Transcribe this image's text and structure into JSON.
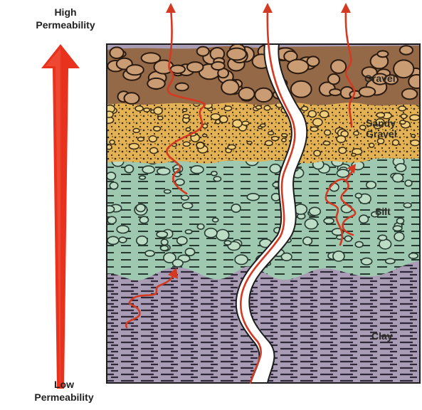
{
  "axis": {
    "top_line1": "High",
    "top_line2": "Permeability",
    "bottom_line1": "Low",
    "bottom_line2": "Permeability"
  },
  "layers": {
    "gravel": "Gravel",
    "sandy_gravel_line1": "Sandy",
    "sandy_gravel_line2": "Gravel",
    "silt": "Silt",
    "clay": "Clay"
  },
  "colors": {
    "arrow": "#e8321e",
    "gravel": "#9a6d4c",
    "sandy_gravel": "#e3b455",
    "silt": "#9fc9b1",
    "clay": "#a79ab4",
    "flow": "#d43a22"
  }
}
